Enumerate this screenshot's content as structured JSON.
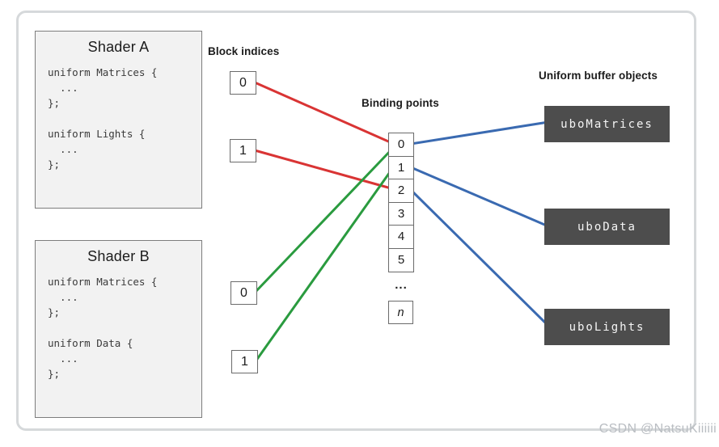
{
  "colors": {
    "red": "#d93434",
    "green": "#2a9b3f",
    "blue": "#3a6ab1",
    "ubo_box_bg": "#4d4d4d",
    "shader_box_bg": "#f2f2f2"
  },
  "headings": {
    "block_indices": "Block indices",
    "binding_points": "Binding points",
    "uniform_buffer_objects": "Uniform buffer objects"
  },
  "shader_a": {
    "title": "Shader A",
    "code": "uniform Matrices {\n  ...\n};\n\nuniform Lights {\n  ...\n};",
    "indices": [
      "0",
      "1"
    ]
  },
  "shader_b": {
    "title": "Shader B",
    "code": "uniform Matrices {\n  ...\n};\n\nuniform Data {\n  ...\n};",
    "indices": [
      "0",
      "1"
    ]
  },
  "binding_points": {
    "cells": [
      "0",
      "1",
      "2",
      "3",
      "4",
      "5"
    ],
    "ellipsis": "...",
    "last": "n"
  },
  "ubos": [
    "uboMatrices",
    "uboData",
    "uboLights"
  ],
  "connections": [
    {
      "from": "shader-a-block-index-0",
      "to": "binding-point-0",
      "color": "red"
    },
    {
      "from": "shader-a-block-index-1",
      "to": "binding-point-2",
      "color": "red"
    },
    {
      "from": "shader-b-block-index-0",
      "to": "binding-point-0",
      "color": "green"
    },
    {
      "from": "shader-b-block-index-1",
      "to": "binding-point-1",
      "color": "green"
    },
    {
      "from": "binding-point-0",
      "to": "uboMatrices",
      "color": "blue"
    },
    {
      "from": "binding-point-1",
      "to": "uboData",
      "color": "blue"
    },
    {
      "from": "binding-point-2",
      "to": "uboLights",
      "color": "blue"
    }
  ],
  "watermark": "CSDN @NatsuKiiiiii"
}
